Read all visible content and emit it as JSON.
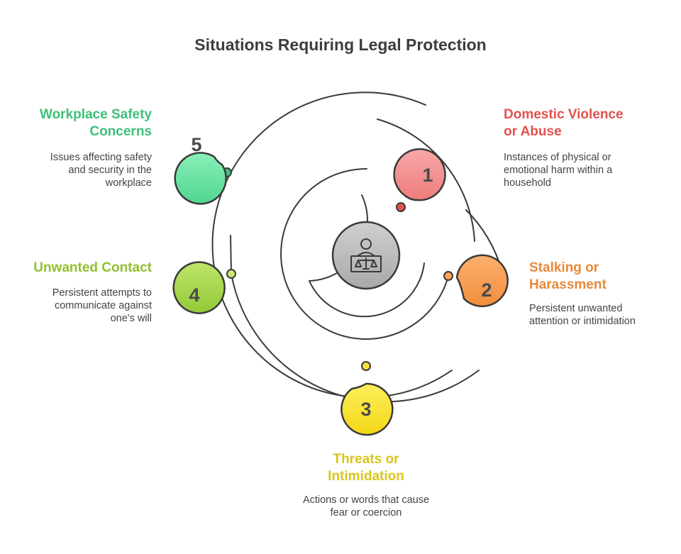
{
  "title": "Situations Requiring Legal Protection",
  "center_icon": "legal-person-scales-icon",
  "items": [
    {
      "number": "1",
      "title_line1": "Domestic Violence",
      "title_line2": "or Abuse",
      "desc_line1": "Instances of physical or",
      "desc_line2": "emotional harm within a",
      "desc_line3": "household",
      "color": "#e0524f",
      "fill": "#f49595"
    },
    {
      "number": "2",
      "title_line1": "Stalking or",
      "title_line2": "Harassment",
      "desc_line1": "Persistent unwanted",
      "desc_line2": "attention or intimidation",
      "desc_line3": "",
      "color": "#e8883a",
      "fill": "#f9a45a"
    },
    {
      "number": "3",
      "title_line1": "Threats or",
      "title_line2": "Intimidation",
      "desc_line1": "Actions or words that cause",
      "desc_line2": "fear or coercion",
      "desc_line3": "",
      "color": "#d9c51e",
      "fill": "#f8e33a"
    },
    {
      "number": "4",
      "title_line1": "Unwanted Contact",
      "title_line2": "",
      "desc_line1": "Persistent attempts to",
      "desc_line2": "communicate against",
      "desc_line3": "one's will",
      "color": "#92c02f",
      "fill": "#a8d84a"
    },
    {
      "number": "5",
      "title_line1": "Workplace Safety",
      "title_line2": "Concerns",
      "desc_line1": "Issues affecting safety",
      "desc_line2": "and security in the",
      "desc_line3": "workplace",
      "color": "#3ec07a",
      "fill": "#6ee3a4"
    }
  ]
}
